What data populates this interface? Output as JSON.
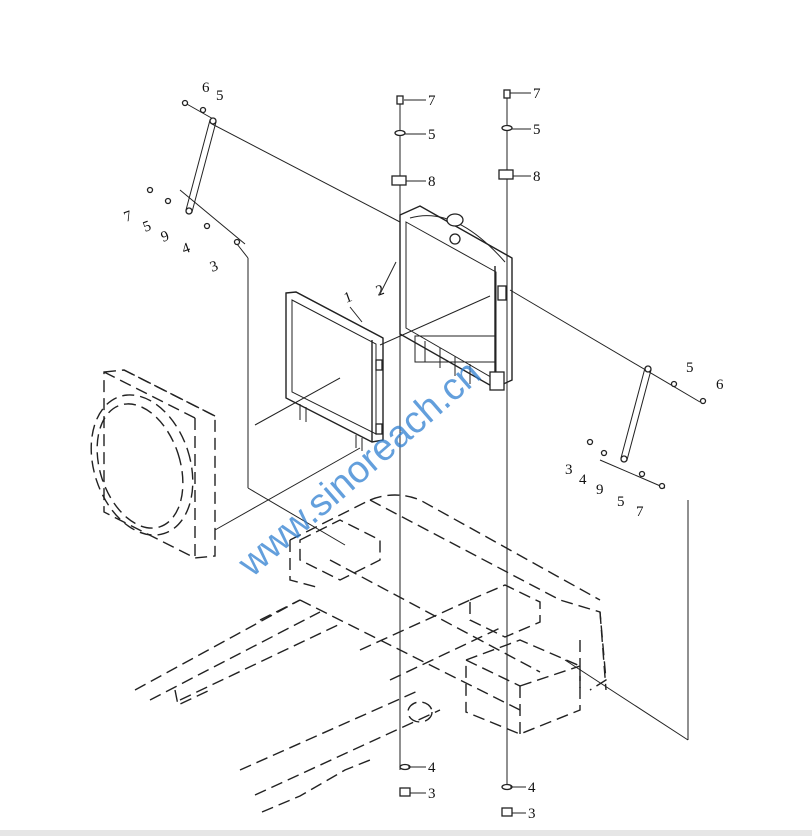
{
  "watermark": "www.sinoreach.cn",
  "callouts": [
    "1",
    "2",
    "3",
    "4",
    "5",
    "6",
    "7",
    "8",
    "9"
  ],
  "colors": {
    "line": "#222222",
    "watermark": "#2f7fd1",
    "background": "#ffffff"
  }
}
